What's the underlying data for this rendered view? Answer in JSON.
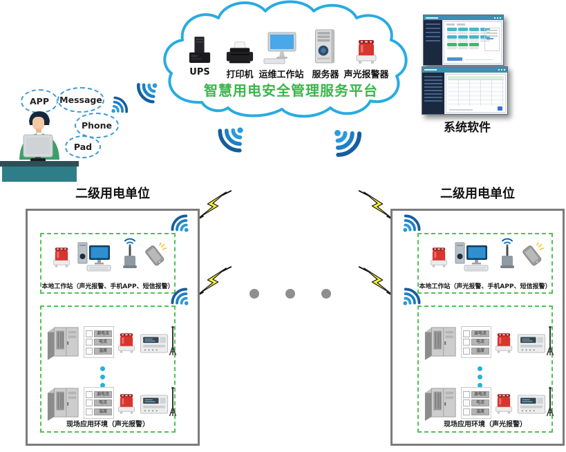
{
  "colors": {
    "cloud_outline": "#29abe2",
    "platform_title_green": "#3ab54a",
    "wifi_blue": "#1e7fc4",
    "dashed_green": "#4fc254",
    "bolt_yellow": "#f9ee30",
    "alarm_red": "#d8352e",
    "unit_border_gray": "#7b7b7b"
  },
  "cloud": {
    "platform_title": "智慧用电安全管理服务平台",
    "devices": [
      {
        "label": "UPS"
      },
      {
        "label": "打印机"
      },
      {
        "label": "运维工作站"
      },
      {
        "label": "服务器"
      },
      {
        "label": "声光报警器"
      }
    ]
  },
  "operator": {
    "bubbles": [
      {
        "label": "APP"
      },
      {
        "label": "Message"
      },
      {
        "label": "Phone"
      },
      {
        "label": "Pad"
      }
    ]
  },
  "software": {
    "label": "系统软件"
  },
  "units": {
    "left": {
      "title": "二级用电单位",
      "workstation_caption": "本地工作站（声光报警、手机APP、短信报警）",
      "field_caption": "现场应用环境（声光报警）",
      "sensor_labels": [
        "漏电流",
        "电流",
        "温度"
      ]
    },
    "right": {
      "title": "二级用电单位",
      "workstation_caption": "本地工作站（声光报警、手机APP、短信报警）",
      "field_caption": "现场应用环境（声光报警）",
      "sensor_labels": [
        "漏电流",
        "电流",
        "温度"
      ]
    }
  }
}
